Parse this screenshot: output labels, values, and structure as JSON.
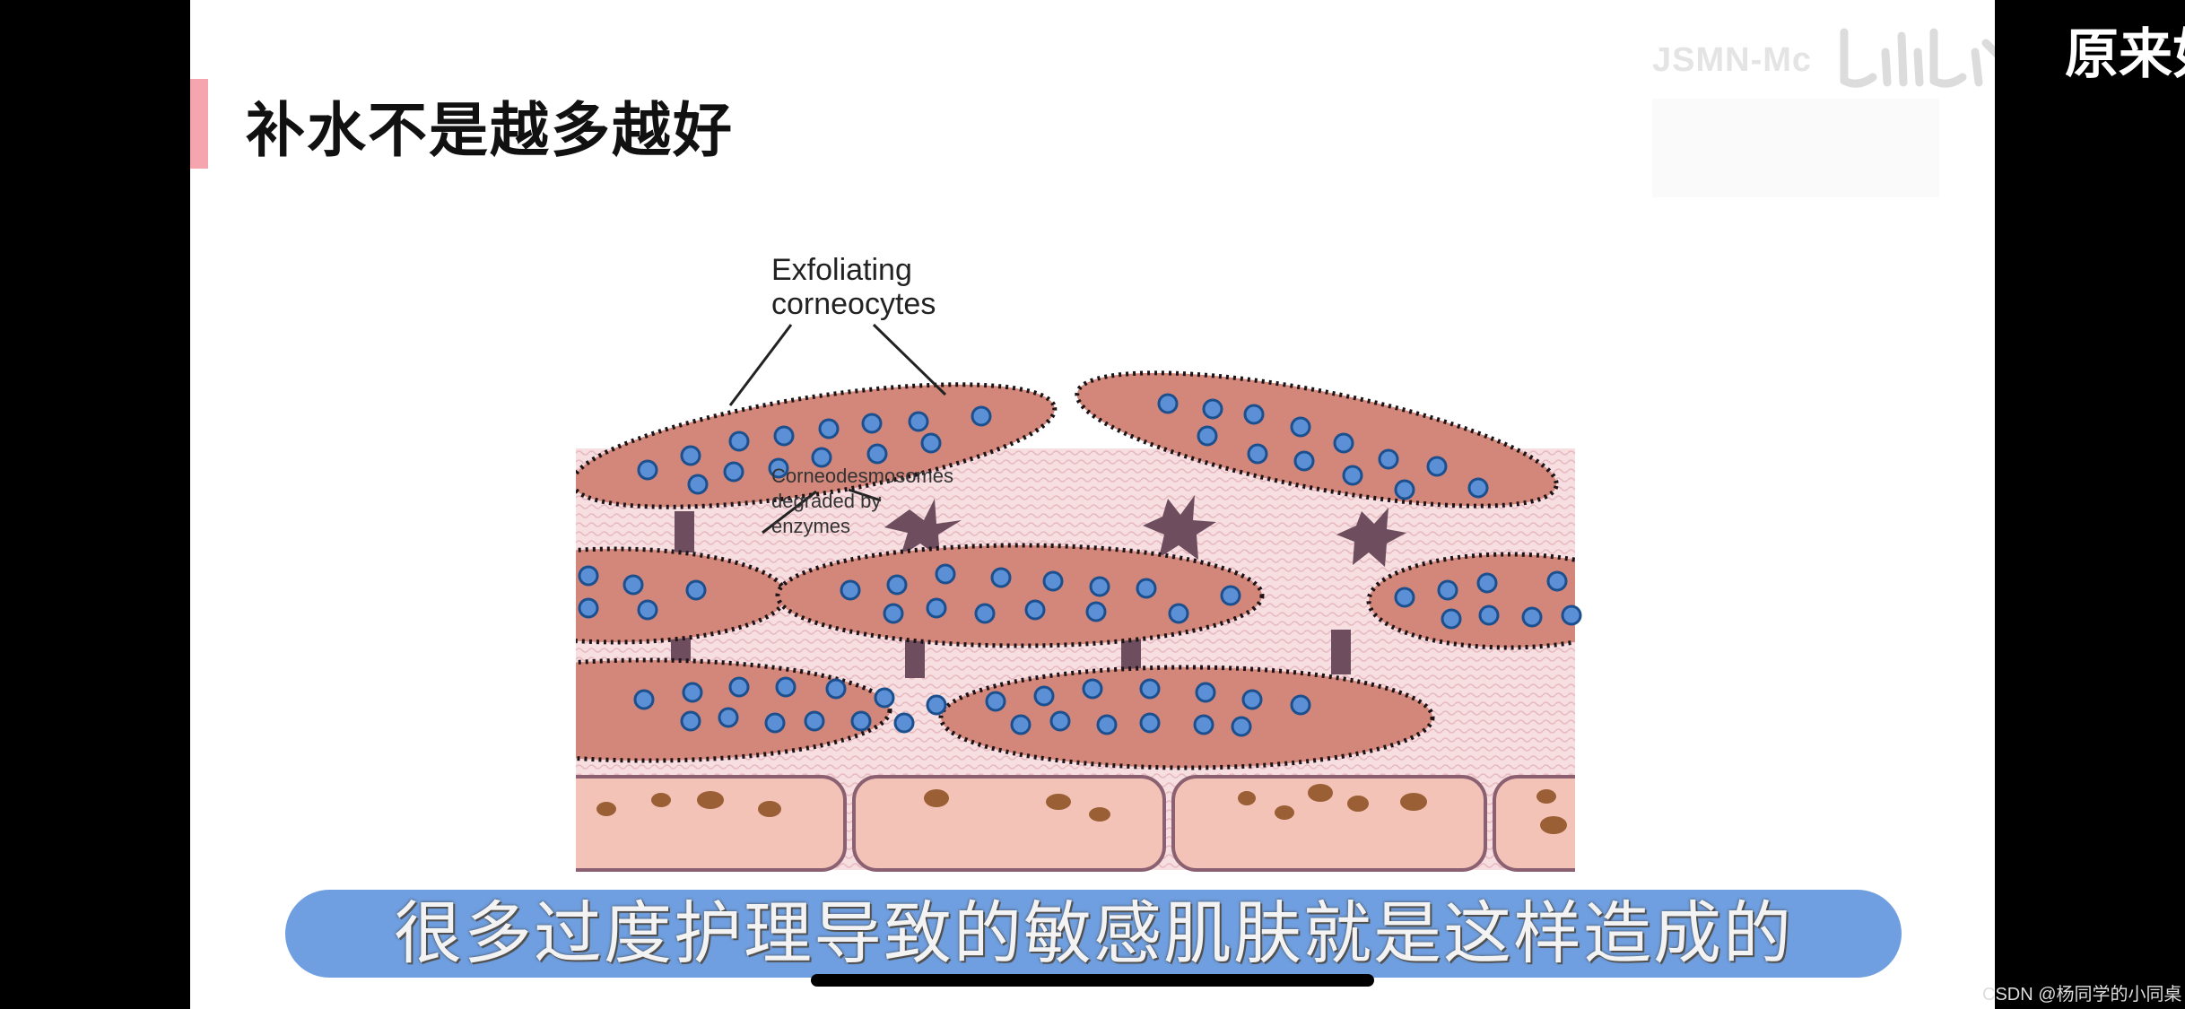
{
  "slide": {
    "title": "补水不是越多越好"
  },
  "watermark": {
    "text": "JSMN-Mc",
    "logo_icon": "bilibili-logo-icon"
  },
  "diagram": {
    "label_top_line1": "Exfoliating",
    "label_top_line2": "corneocytes",
    "label_mid_line1": "Corneodesmosomes",
    "label_mid_line2": "degraded by",
    "label_mid_line3": "enzymes",
    "colors": {
      "cell_fill": "#d2877a",
      "nucleus_fill": "#5b8fd6",
      "desmosome": "#6e4e5e",
      "lipid_bg": "#f4d5d9",
      "granular_cell": "#f3c3b7",
      "granule": "#9b5f36"
    }
  },
  "caption": {
    "text": "很多过度护理导致的敏感肌肤就是这样造成的"
  },
  "overlay": {
    "text": "原来如"
  },
  "credit": {
    "text": "CSDN @杨同学的小同桌"
  },
  "accent_color": "#f4a5ad",
  "caption_color": "#6f9fe0"
}
